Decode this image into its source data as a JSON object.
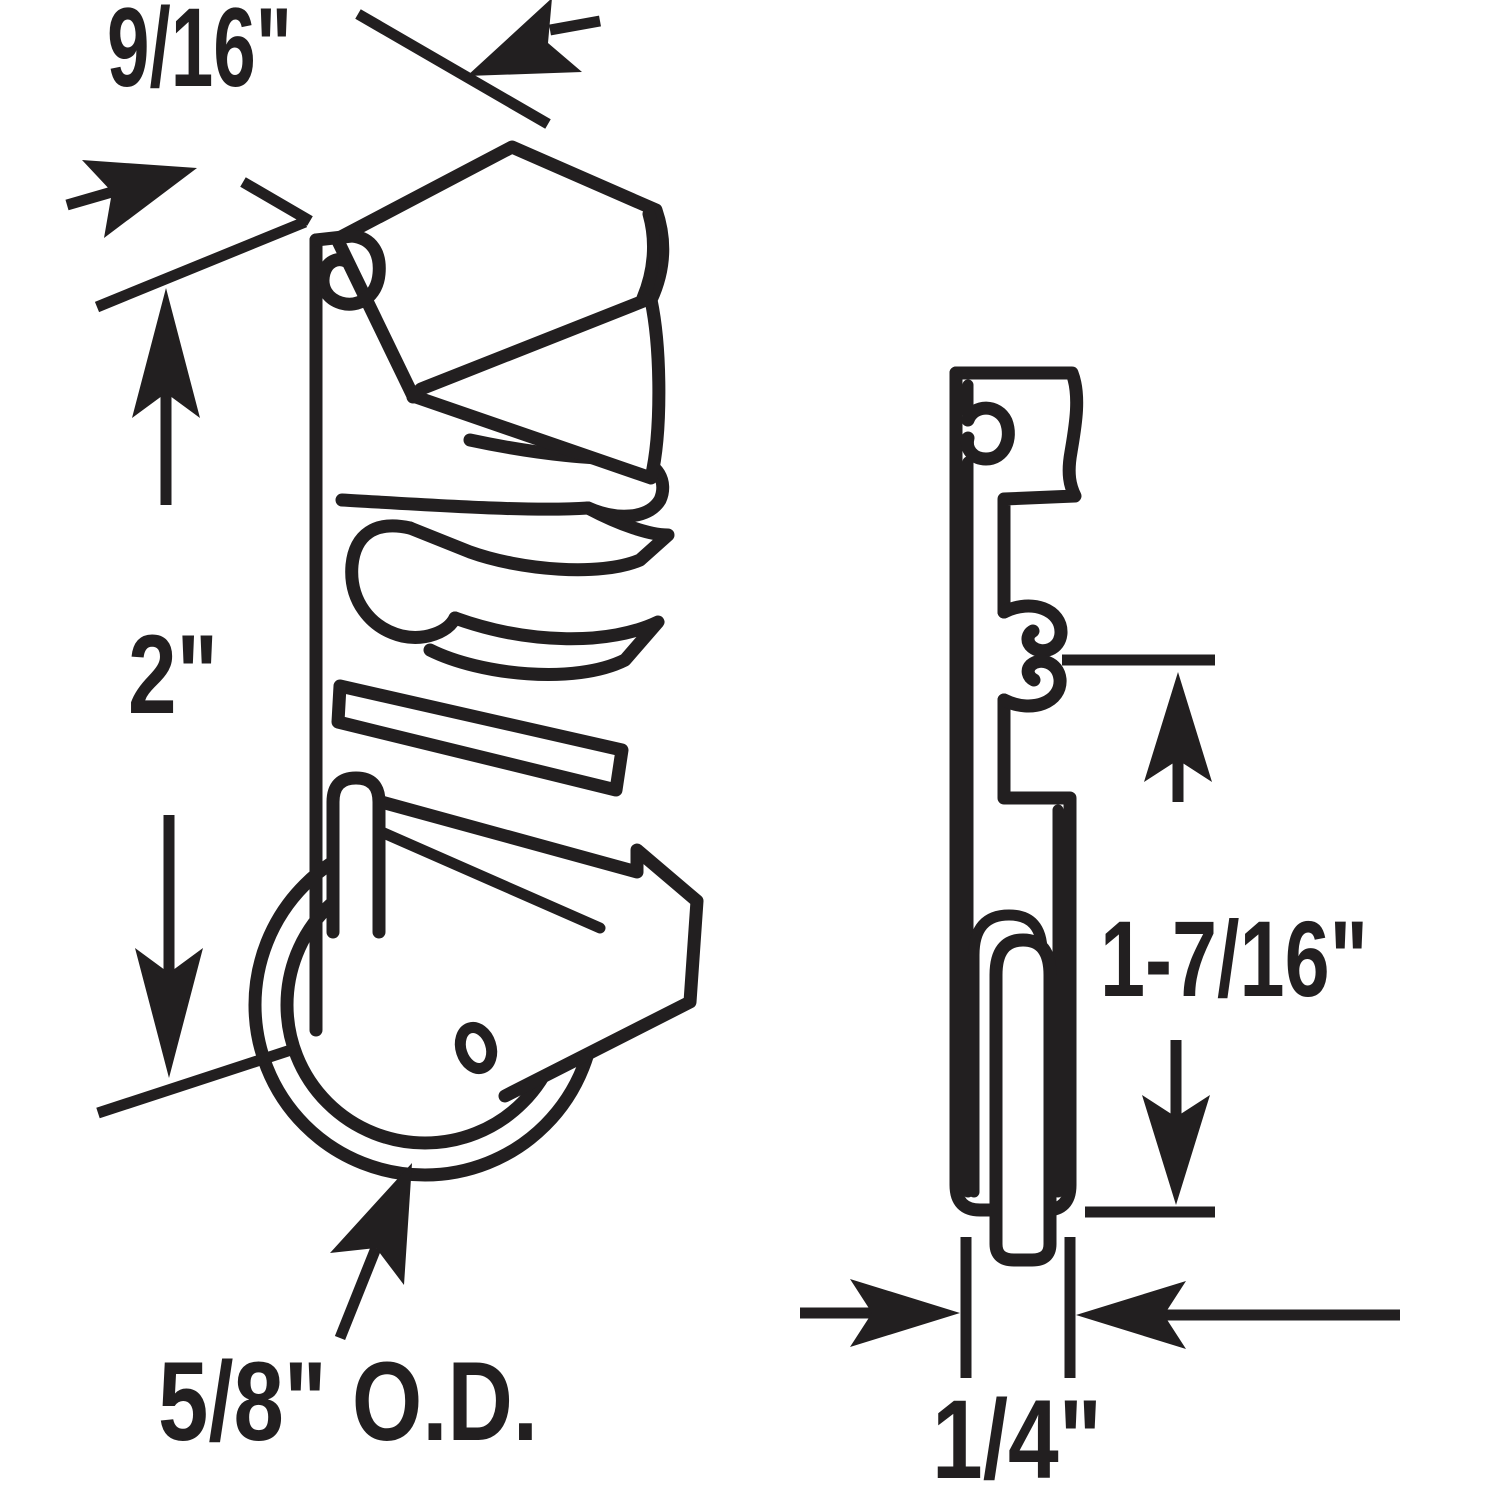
{
  "diagram": {
    "kind": "technical-dimension-drawing",
    "subject": "sliding door roller assembly, front 3D view and side profile view",
    "background_color": "#ffffff",
    "line_color": "#221f20",
    "views": [
      {
        "id": "front-view",
        "description": "isometric view of roller bracket with wheel"
      },
      {
        "id": "side-view",
        "description": "edge profile of roller bracket with wheel"
      }
    ]
  },
  "dims": {
    "width": {
      "label": "9/16\""
    },
    "height": {
      "label": "2\""
    },
    "wheel_od": {
      "label": "5/8\" O.D."
    },
    "roller_height": {
      "label": "1-7/16\""
    },
    "profile_width": {
      "label": "1/4\""
    }
  }
}
